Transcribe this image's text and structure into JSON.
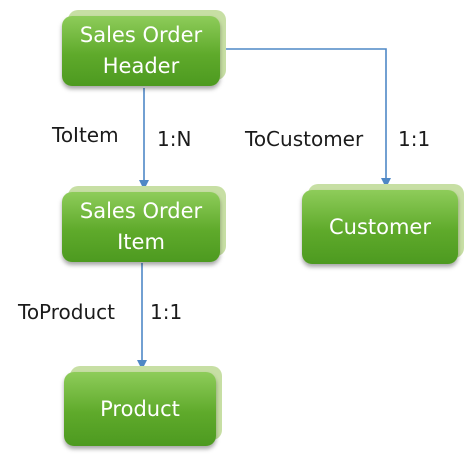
{
  "nodes": {
    "header": {
      "label": "Sales Order\nHeader"
    },
    "item": {
      "label": "Sales Order\nItem"
    },
    "customer": {
      "label": "Customer"
    },
    "product": {
      "label": "Product"
    }
  },
  "relations": {
    "to_item": {
      "name": "ToItem",
      "cardinality": "1:N"
    },
    "to_customer": {
      "name": "ToCustomer",
      "cardinality": "1:1"
    },
    "to_product": {
      "name": "ToProduct",
      "cardinality": "1:1"
    }
  },
  "colors": {
    "node_green": "#5faa2b",
    "connector_blue": "#4f88c6"
  }
}
